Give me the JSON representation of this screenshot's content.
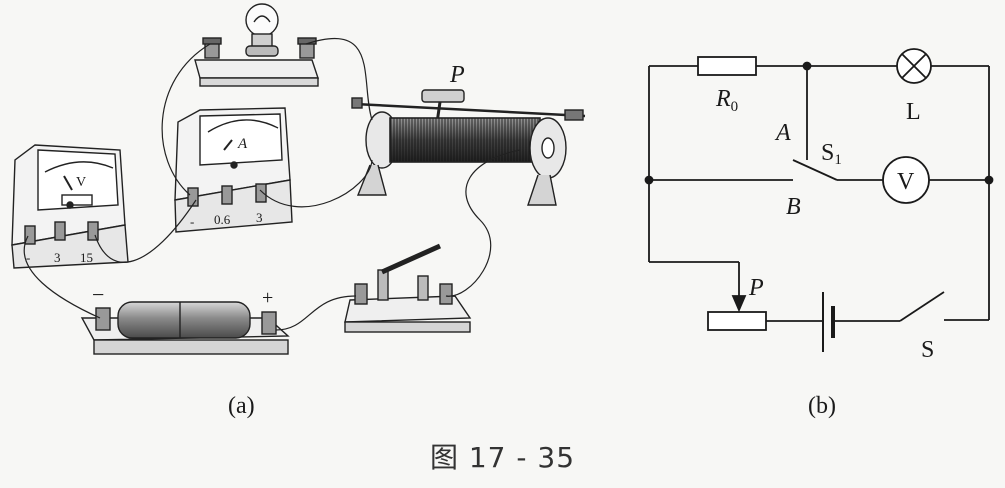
{
  "figure": {
    "caption": "图 17 - 35",
    "panel_a": {
      "label": "(a)",
      "slider_label": "P",
      "voltmeter": {
        "symbol": "V",
        "terminals": [
          "-",
          "3",
          "15"
        ]
      },
      "ammeter": {
        "symbol": "A",
        "terminals": [
          "-",
          "0.6",
          "3"
        ]
      },
      "battery": {
        "negative": "−",
        "positive": "+"
      }
    },
    "panel_b": {
      "label": "(b)",
      "R0_main": "R",
      "R0_sub": "0",
      "lamp": "L",
      "node_A": "A",
      "node_B": "B",
      "switch_S1_main": "S",
      "switch_S1_sub": "1",
      "voltmeter": "V",
      "slider_P": "P",
      "switch_S": "S"
    }
  }
}
